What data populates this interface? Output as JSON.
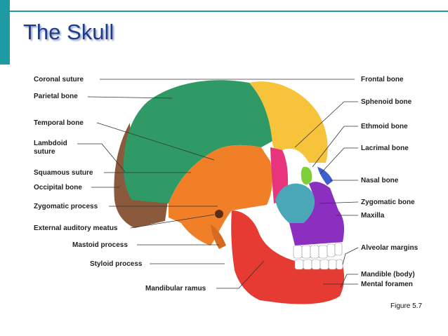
{
  "title": "The Skull",
  "caption": "Figure 5.7",
  "colors": {
    "accent": "#1e9aa5",
    "title": "#1d3c8c",
    "parietal": "#2f9a66",
    "frontal": "#f6c33a",
    "temporal": "#f07f28",
    "occipital": "#8b5a3c",
    "sphenoid": "#e8337d",
    "zygomatic": "#4aa7b8",
    "maxilla": "#8a2fc0",
    "mandible": "#e63b32",
    "nasal": "#3f5fd0",
    "ethmoid": "#7fcf3a"
  },
  "labels_left": {
    "coronal_suture": "Coronal suture",
    "parietal_bone": "Parietal bone",
    "temporal_bone": "Temporal bone",
    "lambdoid_line1": "Lambdoid",
    "lambdoid_line2": "suture",
    "squamous_suture": "Squamous suture",
    "occipital_bone": "Occipital bone",
    "zygomatic_process": "Zygomatic process",
    "external_auditory_meatus": "External auditory meatus",
    "mastoid_process": "Mastoid process",
    "styloid_process": "Styloid process",
    "mandibular_ramus": "Mandibular ramus"
  },
  "labels_right": {
    "frontal_bone": "Frontal bone",
    "sphenoid_bone": "Sphenoid bone",
    "ethmoid_bone": "Ethmoid bone",
    "lacrimal_bone": "Lacrimal bone",
    "nasal_bone": "Nasal bone",
    "zygomatic_bone": "Zygomatic bone",
    "maxilla": "Maxilla",
    "alveolar_margins": "Alveolar margins",
    "mandible_body": "Mandible (body)",
    "mental_foramen": "Mental foramen"
  }
}
